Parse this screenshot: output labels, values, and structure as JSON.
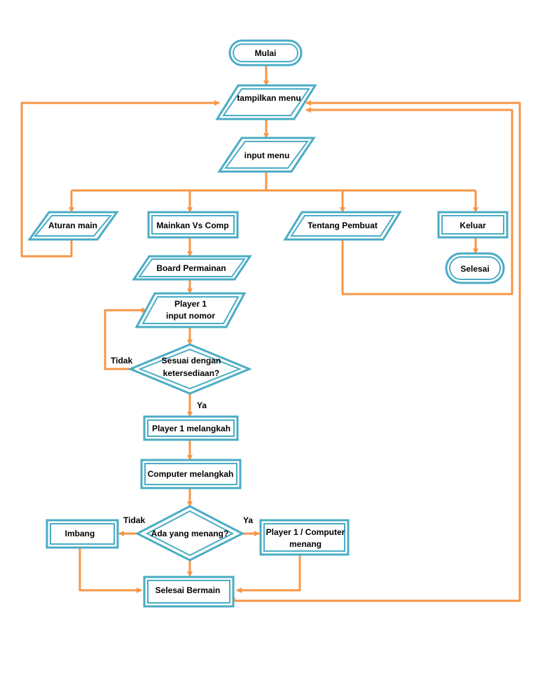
{
  "diagram": {
    "nodes": {
      "mulai": "Mulai",
      "tampilkan_menu": "tampilkan menu",
      "input_menu": "input menu",
      "aturan_main": "Aturan main",
      "mainkan_vs_comp": "Mainkan Vs Comp",
      "tentang_pembuat": "Tentang Pembuat",
      "keluar": "Keluar",
      "selesai": "Selesai",
      "board_permainan": "Board Permainan",
      "player1_input_line1": "Player 1",
      "player1_input_line2": "input nomor",
      "sesuai_line1": "Sesuai dengan",
      "sesuai_line2": "ketersediaan?",
      "player1_melangkah": "Player 1 melangkah",
      "computer_melangkah": "Computer melangkah",
      "ada_yang_menang": "Ada yang menang?",
      "imbang": "Imbang",
      "player_computer_menang_line1": "Player 1 / Computer",
      "player_computer_menang_line2": "menang",
      "selesai_bermain": "Selesai Bermain"
    },
    "edge_labels": {
      "tidak_sesuai": "Tidak",
      "ya_sesuai": "Ya",
      "tidak_menang": "Tidak",
      "ya_menang": "Ya"
    },
    "colors": {
      "shape_border": "#4aacc5",
      "connector": "#f79646",
      "text": "#000000"
    }
  }
}
